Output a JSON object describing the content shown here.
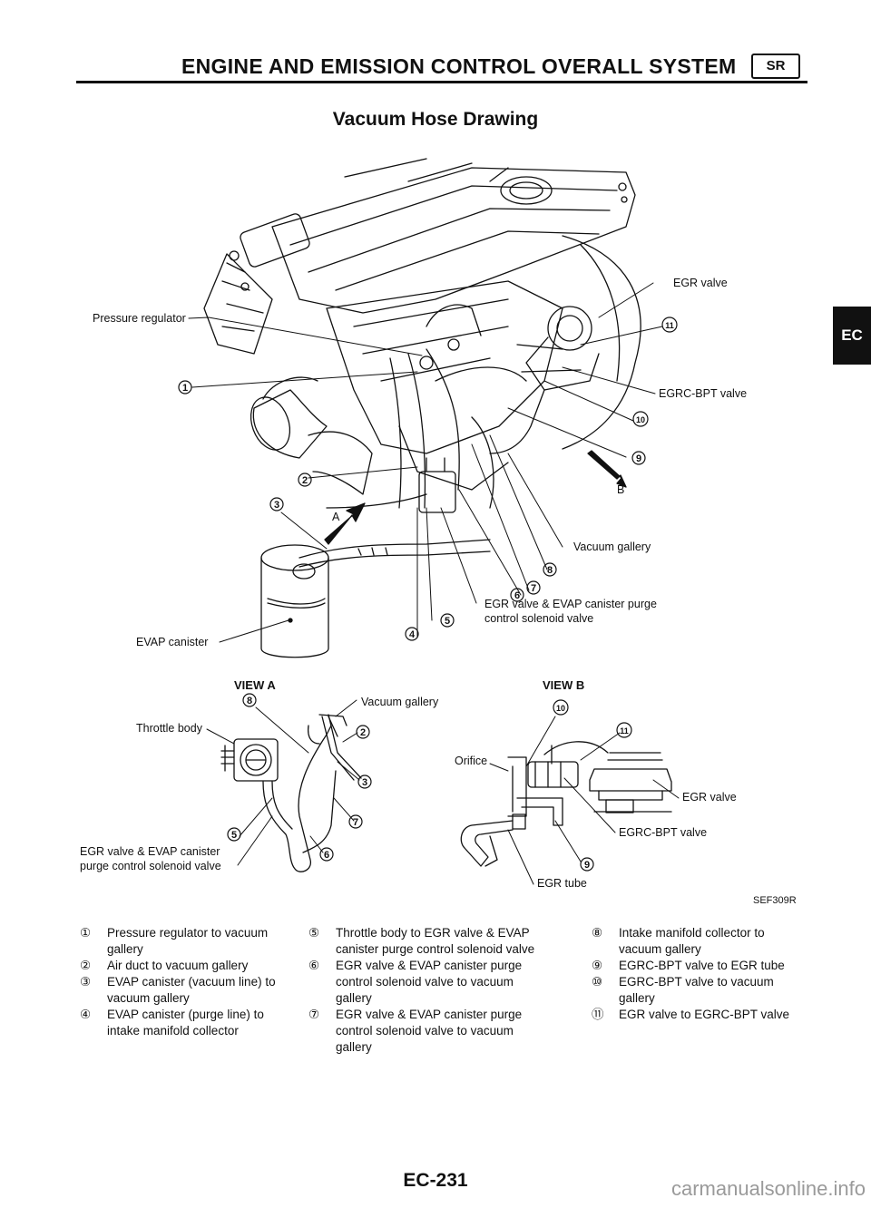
{
  "header": {
    "title": "ENGINE AND EMISSION CONTROL OVERALL SYSTEM",
    "badge": "SR",
    "subtitle": "Vacuum Hose Drawing"
  },
  "side_tab": "EC",
  "diagram": {
    "main_labels": {
      "pressure_regulator": "Pressure regulator",
      "egr_valve": "EGR valve",
      "egrc_bpt_valve": "EGRC-BPT valve",
      "vacuum_gallery": "Vacuum gallery",
      "egr_solenoid_line1": "EGR valve & EVAP canister purge",
      "egr_solenoid_line2": "control solenoid valve",
      "evap_canister": "EVAP canister",
      "arrow_a": "A",
      "arrow_b": "B"
    },
    "view_a": {
      "title": "VIEW A",
      "throttle_body": "Throttle body",
      "vacuum_gallery": "Vacuum gallery",
      "solenoid_line1": "EGR valve & EVAP canister",
      "solenoid_line2": "purge control solenoid valve"
    },
    "view_b": {
      "title": "VIEW B",
      "orifice": "Orifice",
      "egr_valve": "EGR valve",
      "egrc_bpt_valve": "EGRC-BPT valve",
      "egr_tube": "EGR tube"
    },
    "figure_code": "SEF309R"
  },
  "legend": {
    "col1": [
      {
        "mark": "①",
        "text": "Pressure regulator to vacuum gallery"
      },
      {
        "mark": "②",
        "text": "Air duct to vacuum gallery"
      },
      {
        "mark": "③",
        "text": "EVAP canister (vacuum line) to vacuum gallery"
      },
      {
        "mark": "④",
        "text": "EVAP canister (purge line) to intake manifold collector"
      }
    ],
    "col2": [
      {
        "mark": "⑤",
        "text": "Throttle body to EGR valve & EVAP canister purge control solenoid valve"
      },
      {
        "mark": "⑥",
        "text": "EGR valve & EVAP canister purge control solenoid valve to vacuum gallery"
      },
      {
        "mark": "⑦",
        "text": "EGR valve & EVAP canister purge control solenoid valve to vacuum gallery"
      }
    ],
    "col3": [
      {
        "mark": "⑧",
        "text": "Intake manifold collector to vacuum gallery"
      },
      {
        "mark": "⑨",
        "text": "EGRC-BPT valve to EGR tube"
      },
      {
        "mark": "⑩",
        "text": "EGRC-BPT valve to vacuum gallery"
      },
      {
        "mark": "⑪",
        "text": "EGR valve to EGRC-BPT valve"
      }
    ]
  },
  "footer": {
    "page_number": "EC-231",
    "watermark": "carmanualsonline.info"
  }
}
